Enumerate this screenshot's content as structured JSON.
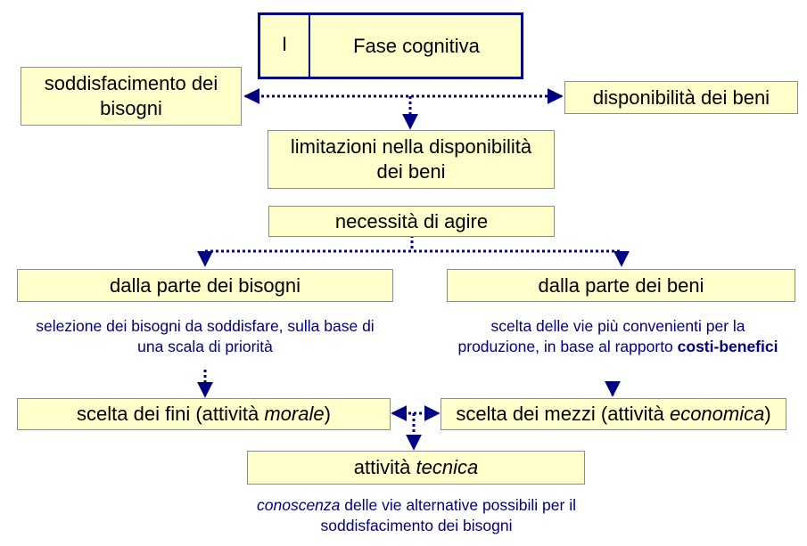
{
  "title": {
    "number": "I",
    "text": "Fase cognitiva"
  },
  "nodes": {
    "needs_satisfaction": "soddisfacimento dei bisogni",
    "goods_availability": "disponibilità dei beni",
    "availability_limits": "limitazioni nella disponibilità dei beni",
    "need_to_act": "necessità di agire",
    "needs_side": "dalla parte dei bisogni",
    "goods_side": "dalla parte dei beni",
    "choice_ends": {
      "text": "scelta dei fini (attività ",
      "em": "morale",
      "tail": ")"
    },
    "choice_means": {
      "text": "scelta dei mezzi (attività ",
      "em": "economica",
      "tail": ")"
    },
    "technical": {
      "text": "attività ",
      "em": "tecnica"
    }
  },
  "notes": {
    "needs_selection": "selezione dei bisogni da soddisfare, sulla base di una scala di priorità",
    "means_selection": {
      "text": "scelta delle vie più convenienti per la produzione, in base al rapporto ",
      "bold": "costi-benefici"
    },
    "knowledge": {
      "em": "conoscenza",
      "text": " delle vie alternative possibili per il soddisfacimento dei bisogni"
    }
  },
  "colors": {
    "box_fill": "#ffffcc",
    "connector": "#000080",
    "note_text": "#000080"
  }
}
